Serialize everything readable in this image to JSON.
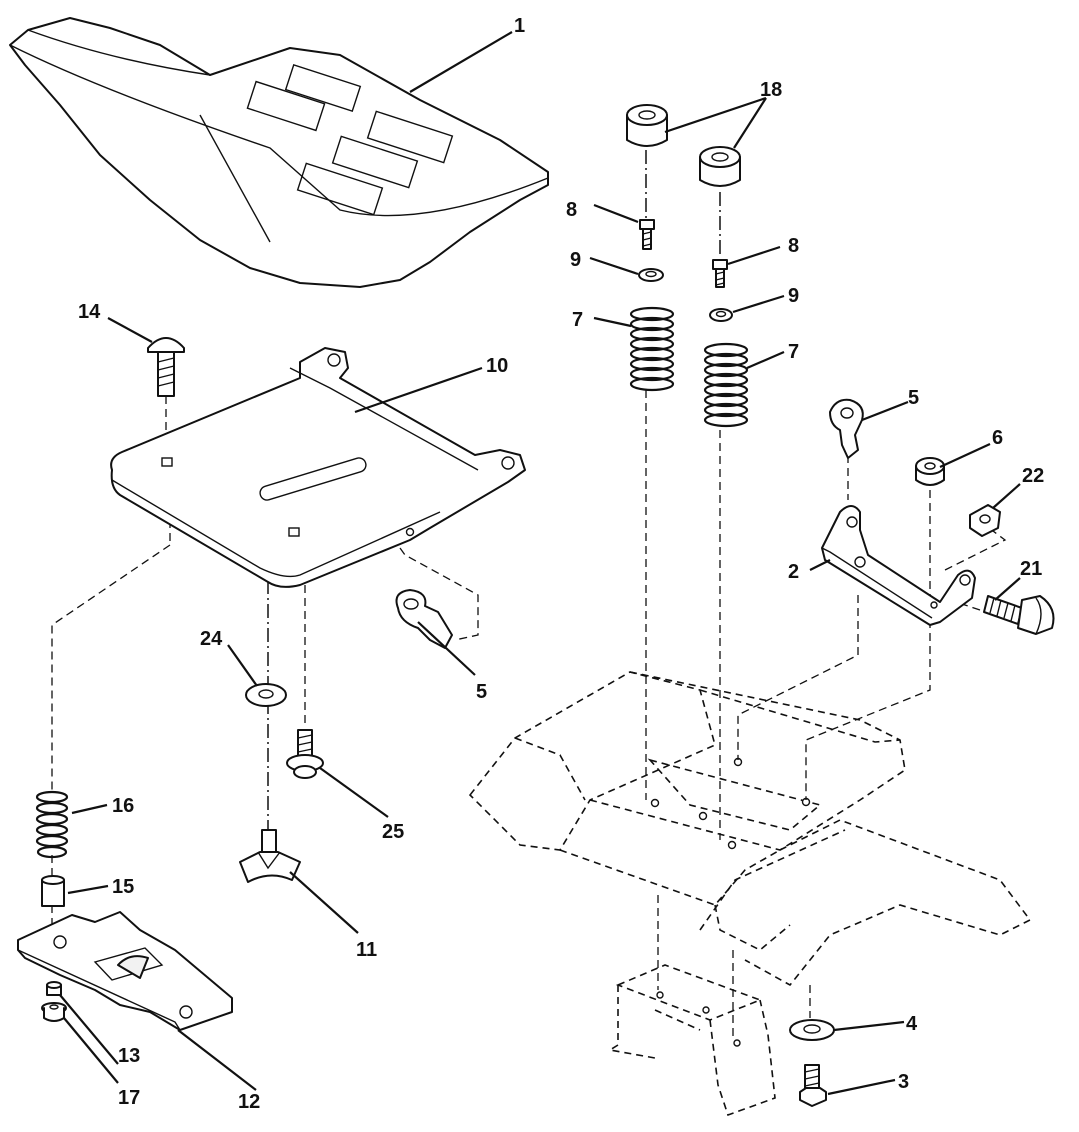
{
  "callouts": [
    {
      "id": "seat",
      "label": "1"
    },
    {
      "id": "bracket",
      "label": "2"
    },
    {
      "id": "bolt-frame",
      "label": "3"
    },
    {
      "id": "washer-frame",
      "label": "4"
    },
    {
      "id": "clip-right",
      "label": "5"
    },
    {
      "id": "clip-left",
      "label": "5"
    },
    {
      "id": "nut-bracket",
      "label": "6"
    },
    {
      "id": "spring-left",
      "label": "7"
    },
    {
      "id": "spring-right",
      "label": "7"
    },
    {
      "id": "screw-left",
      "label": "8"
    },
    {
      "id": "screw-right",
      "label": "8"
    },
    {
      "id": "washer-left",
      "label": "9"
    },
    {
      "id": "washer-right",
      "label": "9"
    },
    {
      "id": "seat-pan",
      "label": "10"
    },
    {
      "id": "knob",
      "label": "11"
    },
    {
      "id": "slide-plate",
      "label": "12"
    },
    {
      "id": "nut-small",
      "label": "13"
    },
    {
      "id": "carriage-bolt",
      "label": "14"
    },
    {
      "id": "spacer",
      "label": "15"
    },
    {
      "id": "spring-small",
      "label": "16"
    },
    {
      "id": "nut-flange",
      "label": "17"
    },
    {
      "id": "bumper",
      "label": "18"
    },
    {
      "id": "shoulder-bolt",
      "label": "21"
    },
    {
      "id": "nut-shoulder",
      "label": "22"
    },
    {
      "id": "washer-pan",
      "label": "24"
    },
    {
      "id": "bolt-pan",
      "label": "25"
    }
  ],
  "colors": {
    "ink": "#111111",
    "paper": "#ffffff"
  }
}
